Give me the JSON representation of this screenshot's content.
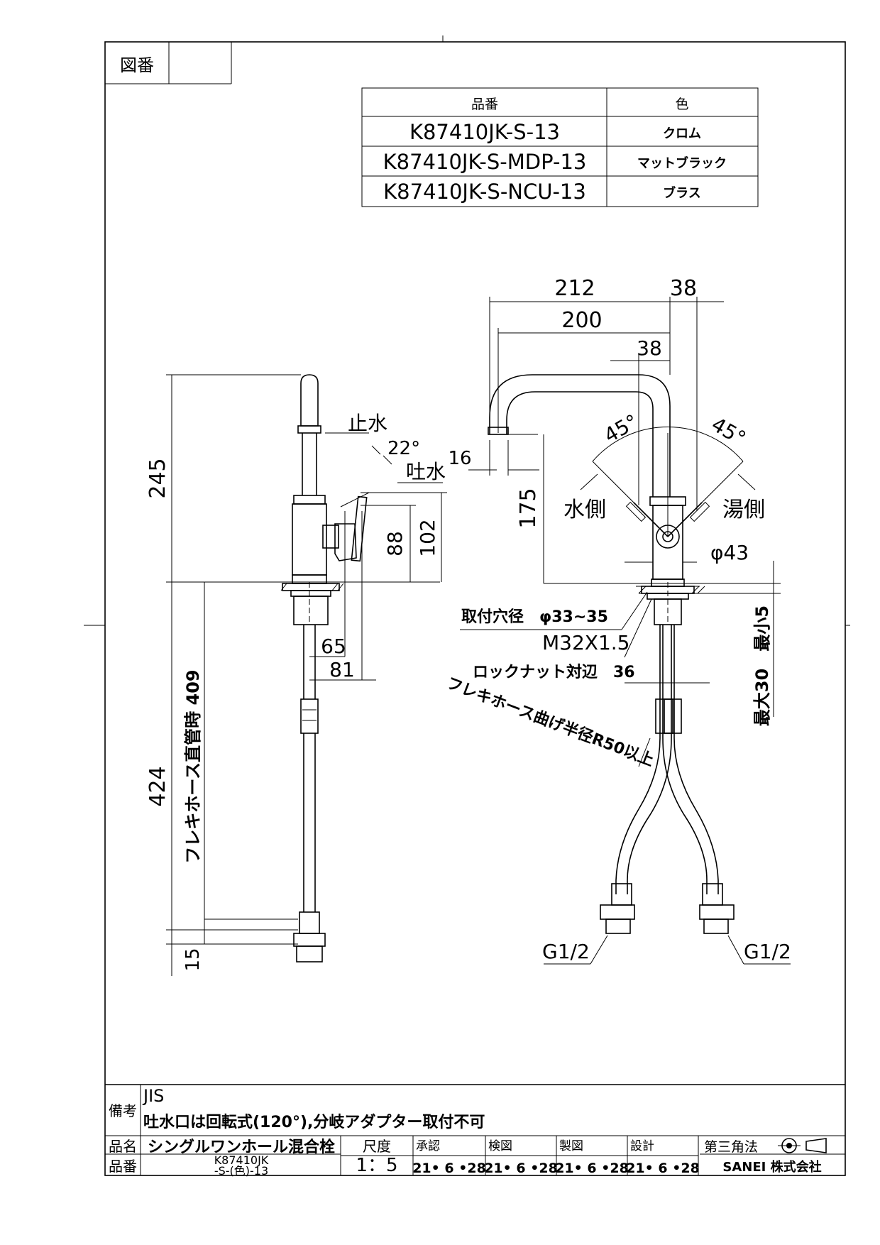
{
  "drawing_number_label": "図番",
  "drawing_number_value": "",
  "color_table": {
    "header_part": "品番",
    "header_color": "色",
    "rows": [
      {
        "part": "K87410JK-S-13",
        "color": "クロム"
      },
      {
        "part": "K87410JK-S-MDP-13",
        "color": "マットブラック"
      },
      {
        "part": "K87410JK-S-NCU-13",
        "color": "ブラス"
      }
    ]
  },
  "side_view": {
    "dim_height": "245",
    "label_stop": "止水",
    "label_angle": "22°",
    "label_discharge": "吐水",
    "dim_88": "88",
    "dim_102": "102",
    "dim_65": "65",
    "dim_81": "81",
    "dim_424": "424",
    "hose_label": "フレキホース直管時 409",
    "dim_15": "15"
  },
  "front_view": {
    "dim_212": "212",
    "dim_38_top": "38",
    "dim_200": "200",
    "dim_38_mid": "38",
    "angle_left": "45°",
    "angle_right": "45°",
    "dim_16": "16",
    "dim_175": "175",
    "label_cold": "水側",
    "label_hot": "湯側",
    "dim_dia43": "φ43",
    "mount_hole": "取付穴径　φ33~35",
    "thread": "M32X1.5",
    "locknut": "ロックナット対辺　36",
    "counter_thickness": "最大30　最小5",
    "hose_bend": "フレキホース曲げ半径R50以上",
    "inlet_left": "G1/2",
    "inlet_right": "G1/2"
  },
  "title_block": {
    "remarks_label": "備考",
    "remarks_line1": "JIS",
    "remarks_line2": "吐水口は回転式(120°),分岐アダプター取付不可",
    "name_label": "品名",
    "name_value": "シングルワンホール混合栓",
    "part_label": "品番",
    "part_value_line1": "K87410JK",
    "part_value_line2": "-S-(色)-13",
    "scale_label": "尺度",
    "scale_value": "1：5",
    "approve_label": "承認",
    "check_label": "検図",
    "draft_label": "製図",
    "design_label": "設計",
    "date": "21• 6 •28",
    "projection_label": "第三角法",
    "company": "SANEI 株式会社"
  }
}
